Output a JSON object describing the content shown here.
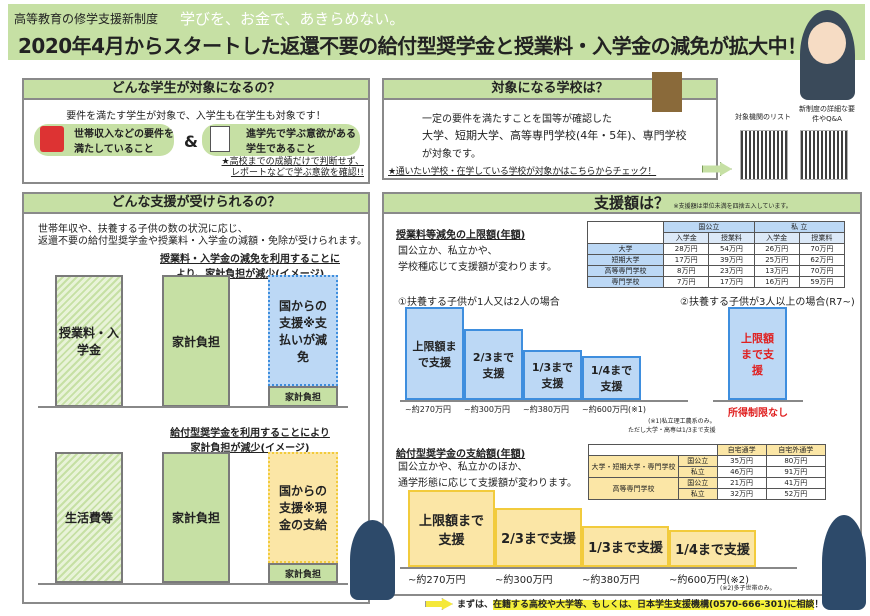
{
  "header": {
    "subtitle": "高等教育の修学支援新制度",
    "slogan": "学びを、お金で、あきらめない。",
    "title": "2020年4月からスタートした返還不要の給付型奨学金と授業料・入学金の減免が拡大中！"
  },
  "students": {
    "heading": "どんな学生が対象になるの？",
    "lead": "要件を満たす学生が対象で、入学生も在学生も対象です！",
    "req1": "世帯収入などの要件を満たしていること",
    "amp": "&",
    "req2": "進学先で学ぶ意欲がある学生であること",
    "note1": "★高校までの成績だけで判断せず、",
    "note2": "レポートなどで学ぶ意欲を確認!!"
  },
  "schools": {
    "heading": "対象になる学校は？",
    "line1": "一定の要件を満たすことを国等が確認した",
    "line2": "大学、短期大学、高等専門学校(4年・5年)、専門学校",
    "line3": "が対象です。",
    "check": "★通いたい学校・在学している学校が対象かはこちらからチェック！"
  },
  "qr": {
    "label1": "対象機関のリスト",
    "label2": "新制度の詳細な要件やQ&A"
  },
  "support": {
    "heading": "どんな支援が受けられるの？",
    "lead1": "世帯年収や、扶養する子供の数の状況に応じ、",
    "lead2": "返還不要の給付型奨学金や授業料・入学金の減額・免除が受けられます。",
    "fig1": {
      "caption1": "授業料・入学金の減免を利用することに",
      "caption2": "より、家計負担が減少(イメージ)",
      "cost": "授業料・入学金",
      "household": "家計負担",
      "aid": "国からの支援※支払いが減免",
      "household_small": "家計負担"
    },
    "fig2": {
      "caption1": "給付型奨学金を利用することにより",
      "caption2": "家計負担が減少(イメージ)",
      "cost": "生活費等",
      "household": "家計負担",
      "aid": "国からの支援※現金の支給",
      "household_small": "家計負担"
    }
  },
  "amount": {
    "heading": "支援額は？",
    "note": "※支援額は単位未満を四捨五入しています。",
    "tuition": {
      "title": "授業料等減免の上限額(年額)",
      "desc1": "国公立か、私立かや、",
      "desc2": "学校種応じて支援額が変わります。",
      "table": {
        "groups": [
          "国公立",
          "私 立"
        ],
        "cols": [
          "入学金",
          "授業料",
          "入学金",
          "授業料"
        ],
        "rows": [
          [
            "大学",
            "28万円",
            "54万円",
            "26万円",
            "70万円"
          ],
          [
            "短期大学",
            "17万円",
            "39万円",
            "25万円",
            "62万円"
          ],
          [
            "高等専門学校",
            "8万円",
            "23万円",
            "13万円",
            "70万円"
          ],
          [
            "専門学校",
            "7万円",
            "17万円",
            "16万円",
            "59万円"
          ]
        ]
      },
      "case1": "①扶養する子供が1人又は2人の場合",
      "case2": "②扶養する子供が3人以上の場合(R7~)",
      "steps": [
        {
          "label": "上限額まで支援",
          "income": "~約270万円",
          "level": 1
        },
        {
          "label": "2/3まで支援",
          "income": "~約300万円",
          "level": 0.667
        },
        {
          "label": "1/3まで支援",
          "income": "~約380万円",
          "level": 0.333
        },
        {
          "label": "1/4まで支援",
          "income": "~約600万円(※1)",
          "level": 0.25
        }
      ],
      "footnote1": "(※1)私立理工農系のみ。",
      "footnote2": "ただし大学・高専は1/3まで支援",
      "case2_bar": "上限額まで支援",
      "case2_income": "所得制限なし"
    },
    "scholarship": {
      "title": "給付型奨学金の支給額(年額)",
      "desc1": "国公立かや、私立かのほか、",
      "desc2": "通学形態に応じて支援額が変わります。",
      "table": {
        "cols": [
          "自宅通学",
          "自宅外通学"
        ],
        "rows": [
          {
            "school": "大学・短期大学・専門学校",
            "type": "国公立",
            "v": [
              "35万円",
              "80万円"
            ]
          },
          {
            "school": "",
            "type": "私立",
            "v": [
              "46万円",
              "91万円"
            ]
          },
          {
            "school": "高等専門学校",
            "type": "国公立",
            "v": [
              "21万円",
              "41万円"
            ]
          },
          {
            "school": "",
            "type": "私立",
            "v": [
              "32万円",
              "52万円"
            ]
          }
        ]
      },
      "steps": [
        {
          "label": "上限額まで支援",
          "income": "~約270万円",
          "level": 1
        },
        {
          "label": "2/3まで支援",
          "income": "~約300万円",
          "level": 0.667
        },
        {
          "label": "1/3まで支援",
          "income": "~約380万円",
          "level": 0.333
        },
        {
          "label": "1/4まで支援",
          "income": "~約600万円(※2)",
          "level": 0.25
        }
      ],
      "footnote": "(※2)多子世帯のみ。"
    }
  },
  "footer": {
    "prefix": "まずは、",
    "highlight": "在籍する高校や大学等、もしくは、日本学生支援機構(0570-666-301)に相談",
    "suffix": "！"
  },
  "colors": {
    "green": "#c6e0a4",
    "blue": "#bcd8f5",
    "gold": "#fbe6a6",
    "red": "#e02020"
  }
}
